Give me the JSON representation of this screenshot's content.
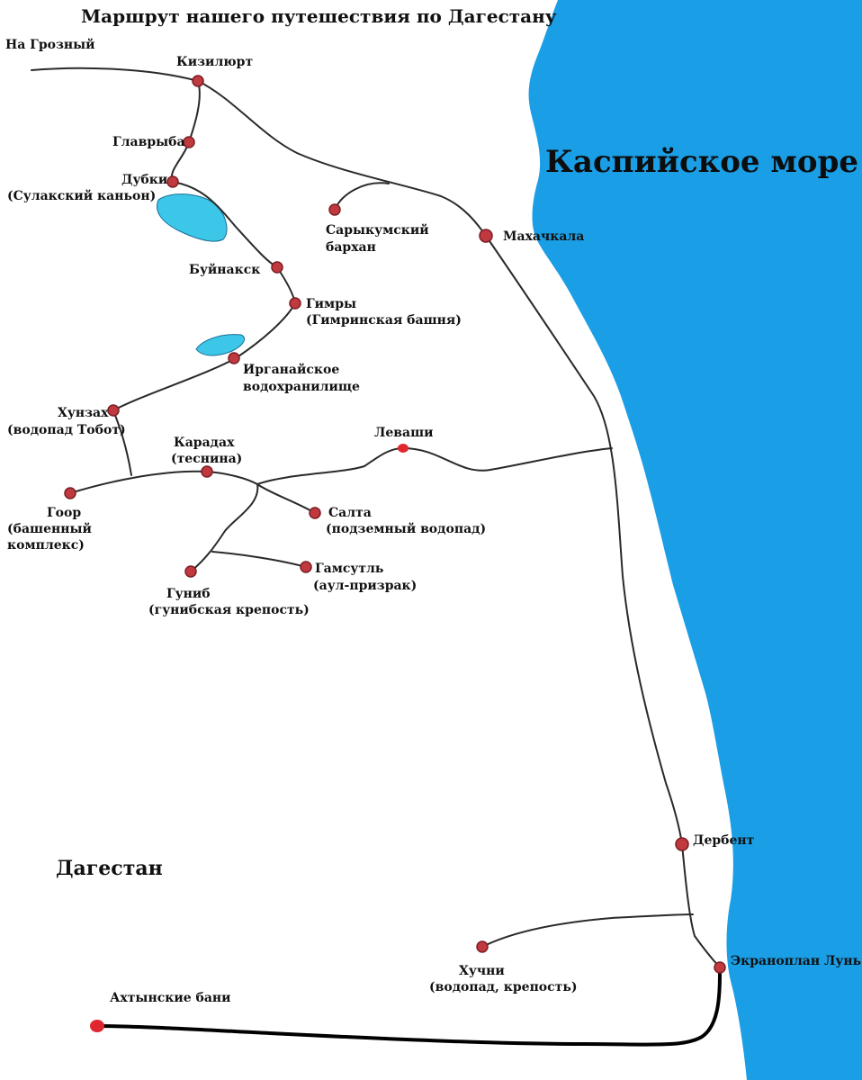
{
  "title": "Маршрут нашего путешествия по Дагестану",
  "sea": "Каспийское море",
  "region": "Дагестан",
  "colors": {
    "sea": "#1a9ee6",
    "lake": "#3cc6e8",
    "road": "#2a2a2a",
    "route_bold": "#000000",
    "point": "#c0393f",
    "point_bright": "#e0262e"
  },
  "places": {
    "grozny": "На Грозный",
    "kizilyurt": "Кизилюрт",
    "glavryba": "Главрыба",
    "dubki": "Дубки",
    "dubki_note": "(Сулакский каньон)",
    "sarykum_1": "Сарыкумский",
    "sarykum_2": "бархан",
    "makhachkala": "Махачкала",
    "buynaksk": "Буйнакск",
    "gimry": "Гимры",
    "gimry_note": "(Гимринская башня)",
    "irganay_1": "Ирганайское",
    "irganay_2": "водохранилище",
    "khunzakh": "Хунзах",
    "khunzakh_note": "(водопад Тобот)",
    "karadakh": "Карадах",
    "karadakh_note": "(теснина)",
    "levashi": "Леваши",
    "goor": "Гоор",
    "goor_note_1": "(башенный",
    "goor_note_2": "комплекс)",
    "salta": "Салта",
    "salta_note": "(подземный водопад)",
    "gamsutl": "Гамсутль",
    "gamsutl_note": "(аул-призрак)",
    "gunib": "Гуниб",
    "gunib_note": "(гунибская крепость)",
    "derbent": "Дербент",
    "khuchni": "Хучни",
    "khuchni_note": "(водопад, крепость)",
    "lun": "Экраноплан Лунь",
    "akhty": "Ахтынские бани"
  }
}
